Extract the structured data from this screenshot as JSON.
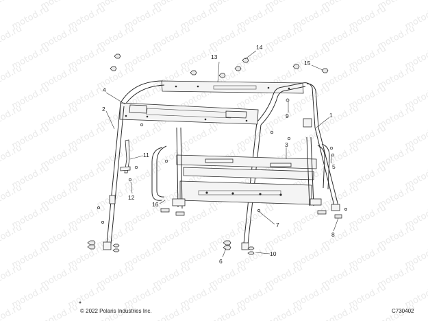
{
  "watermark": "motod.ru",
  "footer": {
    "copyright": "© 2022 Polaris Industries Inc.",
    "figure_code": "C730402"
  },
  "callouts": [
    "1",
    "2",
    "3",
    "4",
    "5",
    "6",
    "7",
    "8",
    "9",
    "10",
    "11",
    "12",
    "13",
    "14",
    "15",
    "16"
  ]
}
